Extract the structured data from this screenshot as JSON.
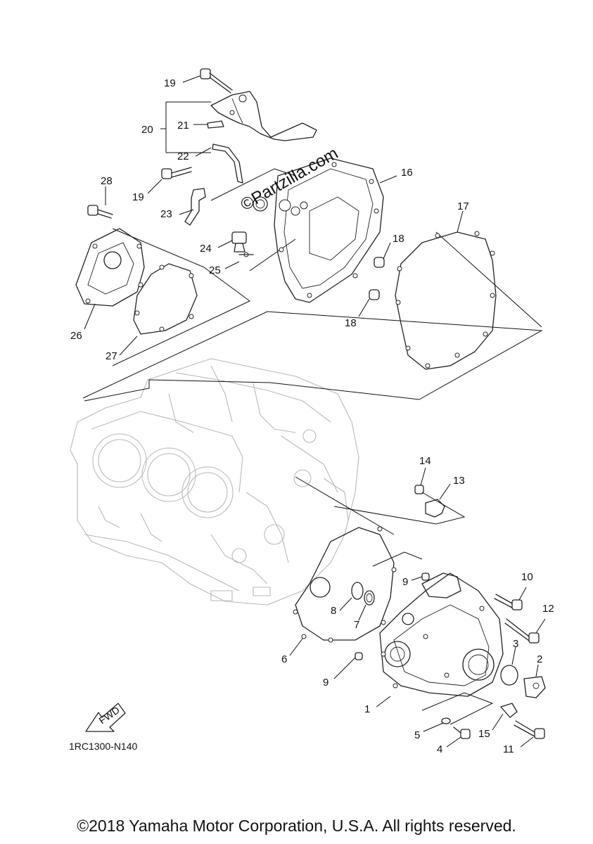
{
  "watermark": "©Partzilla.com",
  "diagram_code": "1RC1300-N140",
  "fwd_label": "FWD",
  "copyright": "©2018 Yamaha Motor Corporation, U.S.A. All rights reserved.",
  "callouts": {
    "c1": "1",
    "c2": "2",
    "c3": "3",
    "c4": "4",
    "c5": "5",
    "c6": "6",
    "c7": "7",
    "c8": "8",
    "c9a": "9",
    "c9b": "9",
    "c10": "10",
    "c11": "11",
    "c12": "12",
    "c13": "13",
    "c14": "14",
    "c15": "15",
    "c16": "16",
    "c17": "17",
    "c18a": "18",
    "c18b": "18",
    "c19a": "19",
    "c19b": "19",
    "c20": "20",
    "c21": "21",
    "c22": "22",
    "c23": "23",
    "c24": "24",
    "c25": "25",
    "c26": "26",
    "c27": "27",
    "c28": "28"
  }
}
